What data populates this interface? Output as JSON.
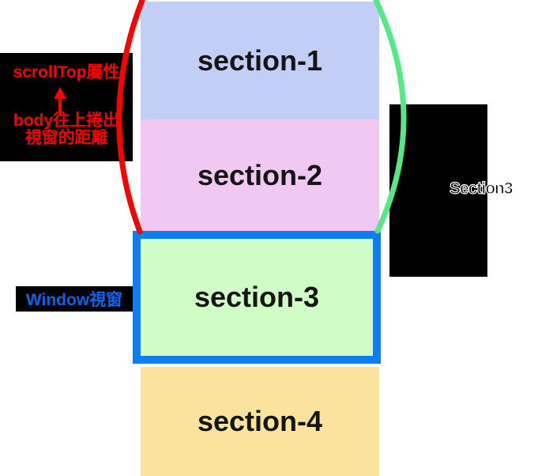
{
  "canvas": {
    "background": "#ffffff"
  },
  "sections": [
    {
      "label": "section-1",
      "bg": "#c2cef6"
    },
    {
      "label": "section-2",
      "bg": "#f0c8f2"
    },
    {
      "label": "section-3",
      "bg": "#d0fcc6"
    },
    {
      "label": "section-4",
      "bg": "#fbe29d"
    }
  ],
  "window_box": {
    "border_color": "#0c7ef2"
  },
  "left_note": {
    "bg": "#000000",
    "text_color": "#fa0000",
    "line1": "scrollTop屬性",
    "line2": "body往上捲出",
    "line3": "視窗的距離"
  },
  "window_label": {
    "bg": "#000000",
    "text": "Window視窗",
    "text_color": "#0765f2"
  },
  "right_note": {
    "bg": "#000000",
    "text": "Section3",
    "text_color": "#000000",
    "outline_color": "#ffffff"
  },
  "brackets": {
    "left_color": "#fa0000",
    "right_color": "#52e986"
  },
  "arrow": {
    "color": "#fa0000"
  }
}
